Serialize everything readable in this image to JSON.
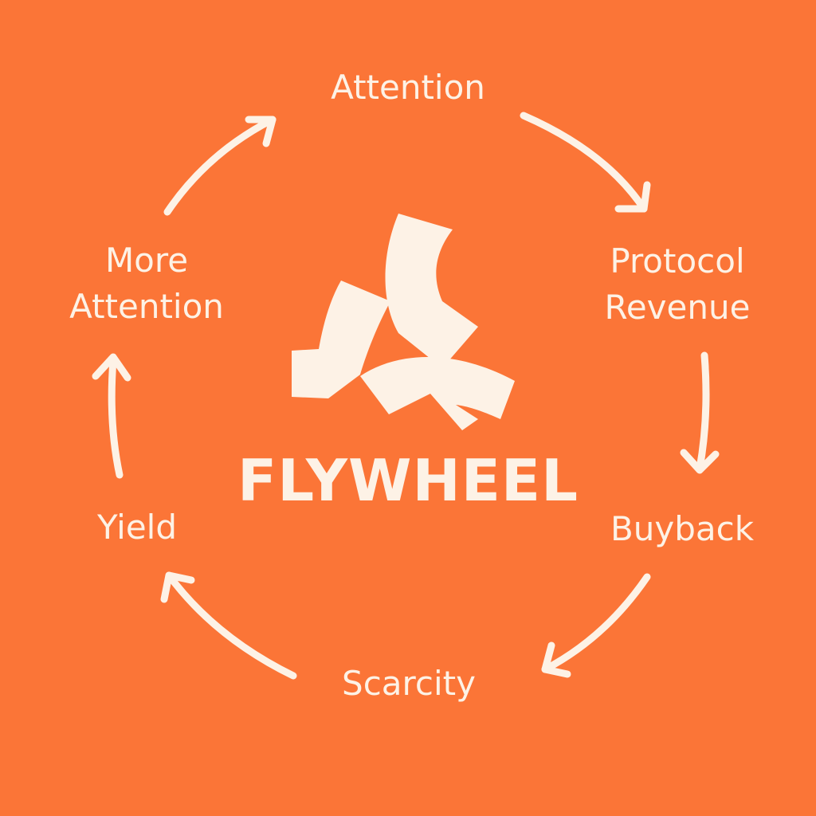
{
  "colors": {
    "background": "#FB7537",
    "foreground": "#FDF2E6"
  },
  "title": "FLYWHEEL",
  "logo": {
    "icon": "flywheel-logo-icon"
  },
  "cycle": {
    "nodes": [
      {
        "id": "attention",
        "lines": [
          "Attention"
        ]
      },
      {
        "id": "protocol-revenue",
        "lines": [
          "Protocol",
          "Revenue"
        ]
      },
      {
        "id": "buyback",
        "lines": [
          "Buyback"
        ]
      },
      {
        "id": "scarcity",
        "lines": [
          "Scarcity"
        ]
      },
      {
        "id": "yield",
        "lines": [
          "Yield"
        ]
      },
      {
        "id": "more-attention",
        "lines": [
          "More",
          "Attention"
        ]
      }
    ],
    "direction": "clockwise"
  }
}
